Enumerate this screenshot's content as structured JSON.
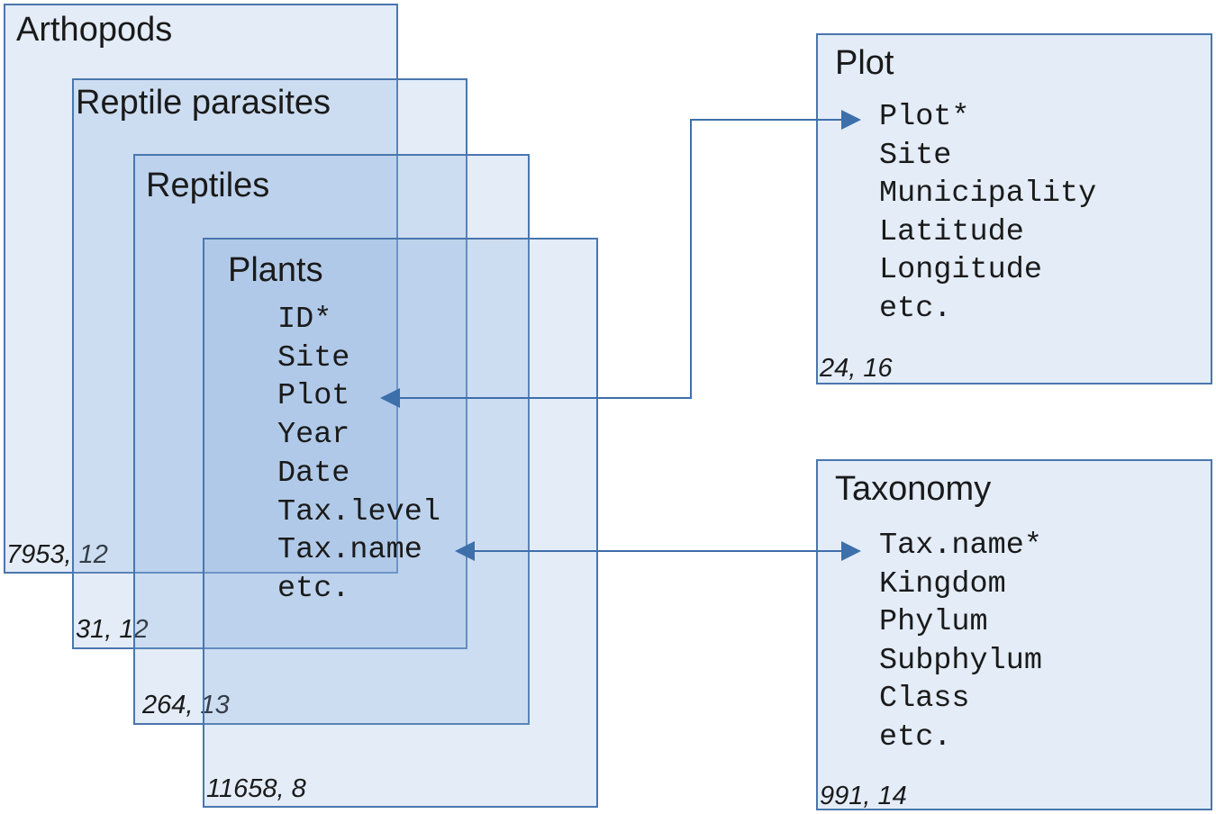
{
  "tables": {
    "arthopods": {
      "title": "Arthopods",
      "count": "7953, 12"
    },
    "reptile_parasites": {
      "title": "Reptile parasites",
      "count": "31, 12"
    },
    "reptiles": {
      "title": "Reptiles",
      "count": "264, 13"
    },
    "plants": {
      "title": "Plants",
      "count": "11658, 8",
      "fields": [
        "ID*",
        "Site",
        "Plot",
        "Year",
        "Date",
        "Tax.level",
        "Tax.name",
        "etc."
      ]
    },
    "plot": {
      "title": "Plot",
      "count": "24, 16",
      "fields": [
        "Plot*",
        "Site",
        "Municipality",
        "Latitude",
        "Longitude",
        "etc."
      ]
    },
    "taxonomy": {
      "title": "Taxonomy",
      "count": "991, 14",
      "fields": [
        "Tax.name*",
        "Kingdom",
        "Phylum",
        "Subphylum",
        "Class",
        "etc."
      ]
    }
  },
  "colors": {
    "box_border": "#4a76ad",
    "box_fill": "#8cafdc",
    "arrow": "#3d6fab"
  }
}
